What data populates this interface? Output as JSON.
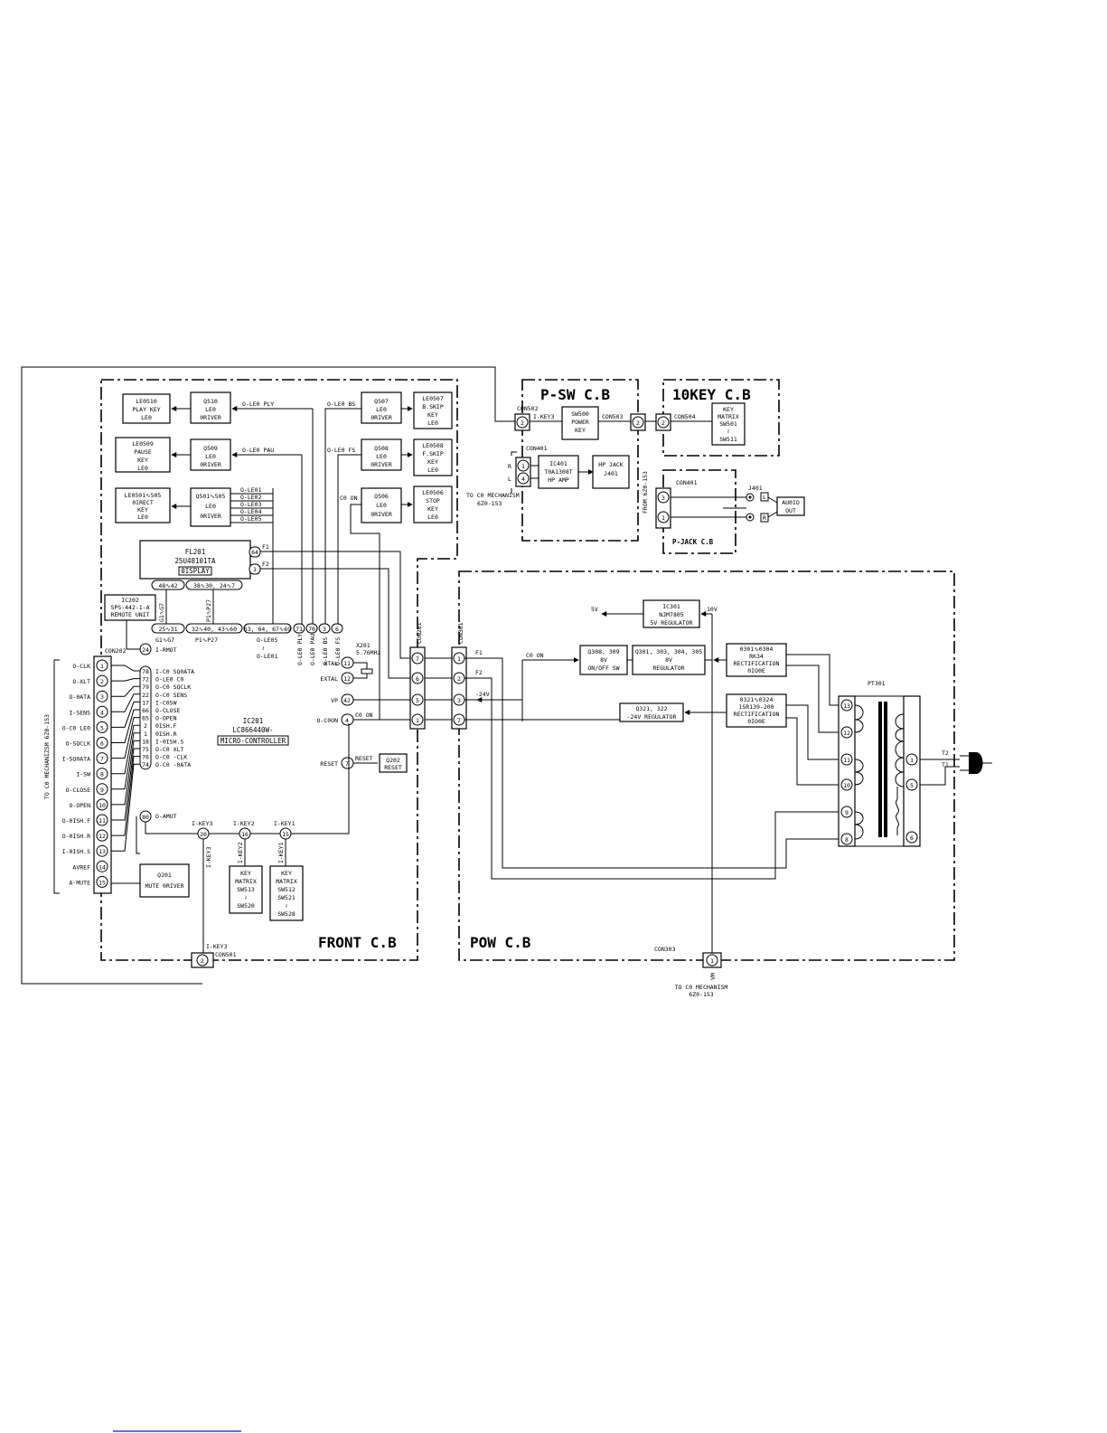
{
  "boards": {
    "psw": "P-SW C.B",
    "tenkey": "10KEY C.B",
    "pjack": "P-JACK C.B",
    "front": "FRONT C.B",
    "pow": "POW C.B"
  },
  "front": {
    "led_blocks": [
      {
        "id": "le510",
        "lines": [
          "LE0510",
          "PLAY KEY",
          "LE0"
        ]
      },
      {
        "id": "le509",
        "lines": [
          "LE0509",
          "PAUSE",
          "KEY",
          "LE0"
        ]
      },
      {
        "id": "le501",
        "lines": [
          "LE0501∿505",
          "0IRECT",
          "KEY",
          "LE0"
        ]
      },
      {
        "id": "q510",
        "lines": [
          "Q510",
          "LE0",
          "0RIVER"
        ]
      },
      {
        "id": "q509",
        "lines": [
          "Q509",
          "LE0",
          "0RIVER"
        ]
      },
      {
        "id": "q501",
        "lines": [
          "Q501∿505",
          "LE0",
          "0RIVER"
        ]
      },
      {
        "id": "q507",
        "lines": [
          "Q507",
          "LE0",
          "0RIVER"
        ]
      },
      {
        "id": "q508",
        "lines": [
          "Q508",
          "LE0",
          "0RIVER"
        ]
      },
      {
        "id": "q506",
        "lines": [
          "Q506",
          "LE0",
          "0RIVER"
        ]
      },
      {
        "id": "le507",
        "lines": [
          "LE0507",
          "B.SKIP",
          "KEY",
          "LE0"
        ]
      },
      {
        "id": "le508",
        "lines": [
          "LE0508",
          "F.SKIP",
          "KEY",
          "LE0"
        ]
      },
      {
        "id": "le506",
        "lines": [
          "LE0506",
          "STOP",
          "KEY",
          "LE0"
        ]
      }
    ],
    "signals": {
      "led_ply": "O-LE0 PLY",
      "led_pau": "O-LE0 PAU",
      "led_bs": "O-LE0 BS",
      "led_fs": "O-LE0 FS",
      "cd_on": "C0 ON",
      "led1": "O-LE01",
      "led2": "O-LE02",
      "led3": "O-LE03",
      "led4": "O-LE04",
      "led5": "O-LE05",
      "led5_1": "O-LE05",
      "tilde": "≀",
      "led1_2": "O-LE01"
    },
    "fl201": {
      "name": "FL201",
      "part": "25U48101TA",
      "desc": "0ISPLAY",
      "pin_f1": "64",
      "pin_f2": "1",
      "f1": "F1",
      "f2": "F2",
      "pins_a": "48∿42",
      "pins_b": "38∿30, 24∿7"
    },
    "ic202": {
      "name": "IC202",
      "part": "SPS-442-1-A",
      "desc": "REMOTE UNIT",
      "g": "G1∿G7",
      "p": "P1∿P27"
    },
    "bus_pins": {
      "a": "25∿31",
      "b": "32∿40, 43∿60",
      "c": "63, 64, 67∿69",
      "d": "71",
      "e": "70",
      "f": "3",
      "g": "6"
    },
    "bus_labels": {
      "g": "G1∿G7",
      "p": "P1∿P27"
    },
    "vertical_labels": [
      "O-LE0 PLY",
      "O-LE0 PAU",
      "O-LE0 BS",
      "O-LE0 FS"
    ],
    "ic201": {
      "name": "IC201",
      "part": "LC866440W-",
      "desc": "MICRO-CONTROLLER"
    },
    "con202": "CON202",
    "rmot": {
      "pin": "24",
      "label": "I-RMOT"
    },
    "ic_pins": [
      {
        "pin": "78",
        "label": "I-C0 SQ0ATA"
      },
      {
        "pin": "72",
        "label": "O-LE0 C0"
      },
      {
        "pin": "79",
        "label": "O-C0 SQCLK"
      },
      {
        "pin": "22",
        "label": "O-C0 SENS"
      },
      {
        "pin": "17",
        "label": "I-C0SW"
      },
      {
        "pin": "66",
        "label": "O-CLOSE"
      },
      {
        "pin": "65",
        "label": "O-OPEN"
      },
      {
        "pin": "2",
        "label": "0ISH.F"
      },
      {
        "pin": "1",
        "label": "0ISH.R"
      },
      {
        "pin": "18",
        "label": "I-0ISH.S"
      },
      {
        "pin": "75",
        "label": "O-C0 XLT"
      },
      {
        "pin": "76",
        "label": "O-C0 -CLK"
      },
      {
        "pin": "74",
        "label": "O-C0 -0ATA"
      }
    ],
    "amut": {
      "pin": "80",
      "label": "O-AMUT"
    },
    "right_pins": [
      {
        "pin": "11",
        "label": "XTAL"
      },
      {
        "pin": "12",
        "label": "EXTAL"
      },
      {
        "pin": "42",
        "label": "VP"
      },
      {
        "pin": "4",
        "label": "O-C0ON"
      },
      {
        "pin": "7",
        "label": "RESET"
      }
    ],
    "x201": {
      "name": "X201",
      "freq": "5.76MHz"
    },
    "cdon_wire": "C0 ON",
    "q202": {
      "lines": [
        "Q202",
        "RESET"
      ],
      "pin_label": "RESET"
    },
    "keys": [
      {
        "pin": "20",
        "label": "I-KEY3"
      },
      {
        "pin": "16",
        "label": "I-KEY2"
      },
      {
        "pin": "15",
        "label": "I-KEY1"
      }
    ],
    "key_matrix_a": [
      "KEY",
      "MATRIX",
      "SW513",
      "≀",
      "SW520"
    ],
    "key_matrix_b": [
      "KEY",
      "MATRIX",
      "SW512",
      "SW521",
      "≀",
      "SW528"
    ],
    "key_vert": [
      "I-KEY3",
      "I-KEY2",
      "I-KEY1"
    ],
    "q201": [
      "Q201",
      "MUTE 0RIVER"
    ],
    "con501": {
      "pin": "2",
      "label": "I-KEY3",
      "name": "CON501"
    },
    "cd_mech_title": "TO C0 MECHANIZSM  6Z0-153",
    "cd_connector": [
      {
        "pin": "1",
        "label": "O-CLK"
      },
      {
        "pin": "2",
        "label": "O-XLT"
      },
      {
        "pin": "3",
        "label": "O-0ATA"
      },
      {
        "pin": "4",
        "label": "I-SENS"
      },
      {
        "pin": "5",
        "label": "O-C0 LE0"
      },
      {
        "pin": "6",
        "label": "O-SQCLK"
      },
      {
        "pin": "7",
        "label": "I-SQ0ATA"
      },
      {
        "pin": "8",
        "label": "I-SW"
      },
      {
        "pin": "9",
        "label": "O-CLOSE"
      },
      {
        "pin": "10",
        "label": "O-OPEN"
      },
      {
        "pin": "11",
        "label": "O-0ISH.F"
      },
      {
        "pin": "12",
        "label": "O-0ISH.R"
      },
      {
        "pin": "13",
        "label": "I-0ISH.S"
      },
      {
        "pin": "14",
        "label": "AVREF"
      },
      {
        "pin": "15",
        "label": "A-MUTE"
      }
    ]
  },
  "con201": {
    "name": "CON201",
    "pins": [
      "7",
      "6",
      "5",
      "1"
    ]
  },
  "con301": {
    "name": "CON301",
    "pins": [
      "1",
      "2",
      "3",
      "7"
    ],
    "labels": [
      "F1",
      "F2",
      "-24V",
      ""
    ]
  },
  "psw": {
    "con502": "CON502",
    "con502_pin": "2",
    "ikey3": "I-KEY3",
    "sw500": [
      "SW500",
      "POWER",
      "KEY"
    ],
    "con503": "CON503",
    "con503_pin": "2",
    "con401": "CON401",
    "con401_pins": [
      "1",
      "4"
    ],
    "rl": [
      "R",
      "L"
    ],
    "ic401": [
      "IC401",
      "T0A1308T",
      "HP AMP"
    ],
    "hpjack": [
      "HP JACK",
      "J401"
    ],
    "to_cd": [
      "TO C0 MECHANISM",
      "6Z0-153"
    ]
  },
  "tenkey": {
    "con504": "CON504",
    "pin": "2",
    "matrix": [
      "KEY",
      "MATRIX",
      "SW501",
      "≀",
      "SW511"
    ]
  },
  "pjack": {
    "con401": "CON401",
    "pins": [
      "3",
      "1"
    ],
    "from": "FROM 6Z0-153",
    "j401": "J401",
    "l": "L",
    "r": "R",
    "audio": [
      "AU0IO",
      "OUT"
    ]
  },
  "pow": {
    "ic301": [
      "IC301",
      "NJM7805",
      "5V REGULATOR"
    ],
    "v5": "5V",
    "v10": "10V",
    "cdon": "C0 ON",
    "q308": [
      "Q308, 309",
      "8V",
      "ON/OFF SW"
    ],
    "q301": [
      "Q301, 303, 304, 305",
      "8V",
      "REGULATOR"
    ],
    "d301": [
      "0301∿0304",
      "RK34",
      "RECTIFICATION",
      "0IO0E"
    ],
    "q321": [
      "Q321, 322",
      "-24V REGULATOR"
    ],
    "d321": [
      "0321∿0324",
      "1SR139-200",
      "RECTIFICATION",
      "0IO0E"
    ],
    "pt301": "PT301",
    "pt_left": [
      "13",
      "12",
      "11",
      "10",
      "9",
      "8"
    ],
    "pt_right": [
      "1",
      "5",
      "6"
    ],
    "t2": "T2",
    "t1": "T1",
    "con303": "CON303",
    "con303_pin": "1",
    "vm": "VM",
    "to_cd": [
      "TO C0 MECHANISM",
      "6Z0-153"
    ]
  }
}
